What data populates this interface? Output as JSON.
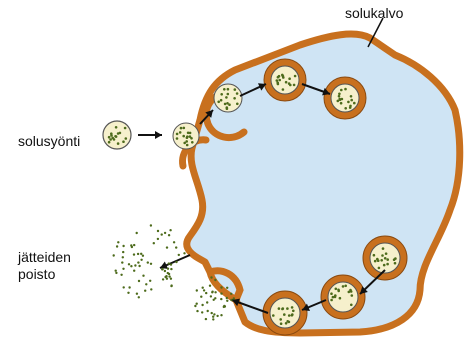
{
  "labels": {
    "membrane": "solukalvo",
    "endocytosis": "solusyönti",
    "waste_line1": "jätteiden",
    "waste_line2": "poisto"
  },
  "colors": {
    "membrane": "#c8701e",
    "membrane_dark": "#8a4a10",
    "cytoplasm": "#cfe4f4",
    "vesicle_fill": "#f6f0cc",
    "particle": "#4d6b1c",
    "background": "#ffffff"
  }
}
